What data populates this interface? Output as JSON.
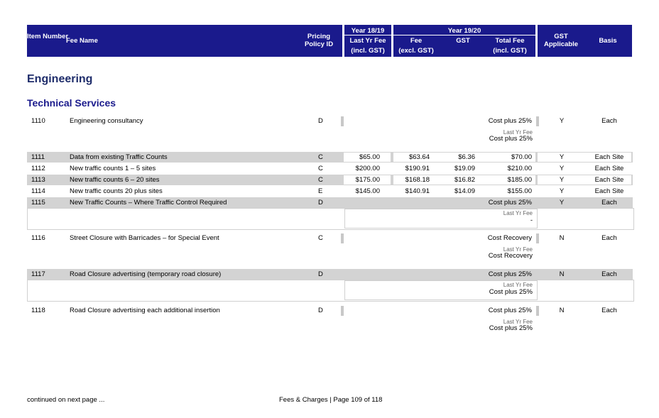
{
  "header": {
    "item_number": "Item Number",
    "fee_name": "Fee Name",
    "pricing_policy": "Pricing Policy ID",
    "year_prev": "Year 18/19",
    "last_yr_fee": "Last Yr Fee",
    "incl_gst": "(incl. GST)",
    "year_curr": "Year 19/20",
    "fee": "Fee",
    "excl_gst": "(excl. GST)",
    "gst": "GST",
    "total_fee": "Total Fee",
    "total_incl_gst": "(incl. GST)",
    "gst_applicable": "GST Applicable",
    "basis": "Basis"
  },
  "section": "Engineering",
  "subsection": "Technical Services",
  "last_yr_fee_label": "Last Yr Fee",
  "rows": [
    {
      "id": "1110",
      "name": "Engineering consultancy",
      "policy": "D",
      "prev": "",
      "fee": "",
      "gst": "",
      "total": "Cost plus 25%",
      "gst_app": "Y",
      "basis": "Each",
      "last_yr": "Cost plus 25%"
    },
    {
      "id": "1111",
      "name": "Data from existing Traffic Counts",
      "policy": "C",
      "prev": "$65.00",
      "fee": "$63.64",
      "gst": "$6.36",
      "total": "$70.00",
      "gst_app": "Y",
      "basis": "Each Site"
    },
    {
      "id": "1112",
      "name": "New traffic counts 1 – 5 sites",
      "policy": "C",
      "prev": "$200.00",
      "fee": "$190.91",
      "gst": "$19.09",
      "total": "$210.00",
      "gst_app": "Y",
      "basis": "Each Site"
    },
    {
      "id": "1113",
      "name": "New traffic counts 6 – 20 sites",
      "policy": "C",
      "prev": "$175.00",
      "fee": "$168.18",
      "gst": "$16.82",
      "total": "$185.00",
      "gst_app": "Y",
      "basis": "Each Site"
    },
    {
      "id": "1114",
      "name": "New traffic counts 20 plus sites",
      "policy": "E",
      "prev": "$145.00",
      "fee": "$140.91",
      "gst": "$14.09",
      "total": "$155.00",
      "gst_app": "Y",
      "basis": "Each Site"
    },
    {
      "id": "1115",
      "name": "New Traffic Counts – Where Traffic Control Required",
      "policy": "D",
      "prev": "",
      "fee": "",
      "gst": "",
      "total": "Cost plus 25%",
      "gst_app": "Y",
      "basis": "Each",
      "last_yr": "-"
    },
    {
      "id": "1116",
      "name": "Street Closure with Barricades – for Special Event",
      "policy": "C",
      "prev": "",
      "fee": "",
      "gst": "",
      "total": "Cost Recovery",
      "gst_app": "N",
      "basis": "Each",
      "last_yr": "Cost Recovery"
    },
    {
      "id": "1117",
      "name": "Road Closure advertising (temporary road closure)",
      "policy": "D",
      "prev": "",
      "fee": "",
      "gst": "",
      "total": "Cost plus 25%",
      "gst_app": "N",
      "basis": "Each",
      "last_yr": "Cost plus 25%"
    },
    {
      "id": "1118",
      "name": "Road Closure advertising each additional insertion",
      "policy": "D",
      "prev": "",
      "fee": "",
      "gst": "",
      "total": "Cost plus 25%",
      "gst_app": "N",
      "basis": "Each",
      "last_yr": "Cost plus 25%"
    }
  ],
  "footer": {
    "continued": "continued on next page ...",
    "page": "Fees & Charges | Page 109 of 118"
  }
}
